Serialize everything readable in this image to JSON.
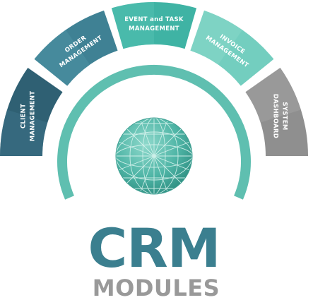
{
  "title": "CRM",
  "subtitle": "MODULES",
  "modules": [
    {
      "line1": "CLIENT",
      "line2": "MANAGEMENT",
      "color": "#2f6073",
      "shade": "#3d7186"
    },
    {
      "line1": "ORDER",
      "line2": "MANAGEMENT",
      "color": "#3f8194",
      "shade": "#4c91a3"
    },
    {
      "line1": "EVENT and TASK",
      "line2": "MANAGEMENT",
      "color": "#3fb3a4",
      "shade": "#52c0b1"
    },
    {
      "line1": "INVOICE",
      "line2": "MANAGEMENT",
      "color": "#73cebf",
      "shade": "#86d7c9"
    },
    {
      "line1": "SYSTEM",
      "line2": "DASHBOARD",
      "color": "#8f8f8f",
      "shade": "#a3a3a3"
    }
  ],
  "colors": {
    "ring": "#5fbfb0",
    "globe": "#59b9aa",
    "title": "#3b7f8f",
    "subtitle": "#999999"
  },
  "icons": {
    "center": "globe-icon"
  }
}
